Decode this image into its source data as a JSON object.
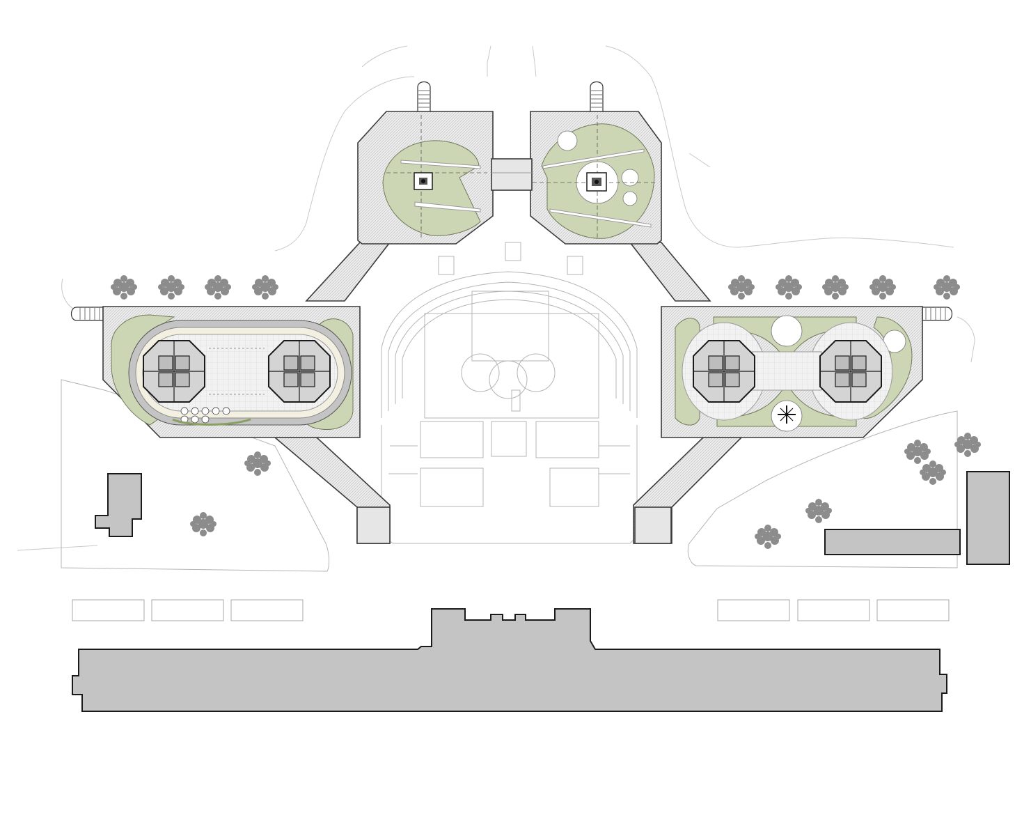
{
  "drawing": {
    "type": "architectural site plan",
    "colors": {
      "landscape": "#cdd6b4",
      "building": "#c4c4c4",
      "paving": "#e6e6e6",
      "linework": "#3a3a3a",
      "trees": "#8c8c8c"
    },
    "zones": [
      "north-west-plaza",
      "north-east-plaza",
      "west-oval-plaza",
      "east-figure-eight-plaza",
      "central-amphitheater",
      "south-main-building"
    ],
    "icons": [
      "tree-icon",
      "stair-icon",
      "octagonal-pavilion-icon",
      "fountain-icon"
    ]
  }
}
